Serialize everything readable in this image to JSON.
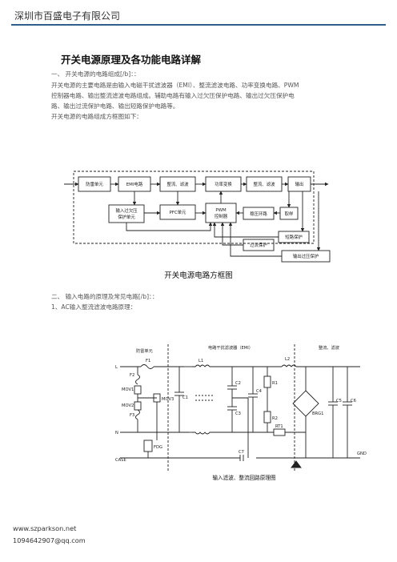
{
  "header": {
    "company": "深圳市百盛电子有限公司"
  },
  "doc": {
    "title": "开关电源原理及各功能电路详解",
    "section1_heading": "一、  开关电源的电路组成[/b]：：",
    "section1_lines": [
      "开关电源的主要电路是由输入电磁干扰滤波器（EMI）、整流滤波电路、功率变换电路、PWM",
      "控制器电路、输出整流滤波电路组成。辅助电路有输入过欠压保护电路、输出过欠压保护电",
      "路、输出过流保护电路、输出短路保护电路等。",
      "开关电源的电路组成方框图如下："
    ],
    "section2_heading": "二、  输入电路的原理及常见电路[/b]：：",
    "section2_sub": "1、AC输入整流滤波电路原理："
  },
  "block_diagram": {
    "caption": "开关电源电路方框图",
    "blocks": {
      "lightning": "防雷单元",
      "emi": "EMI电路",
      "rect1": "整流、滤波",
      "power": "功率变换",
      "rect2": "整流、滤波",
      "output": "输出",
      "ovuv_in": [
        "输入过欠压",
        "保护单元"
      ],
      "pfc": "PFC单元",
      "pwm": [
        "PWM",
        "控制器"
      ],
      "volt_fb": "稳压环路",
      "sample": "取样",
      "short": "短路保护",
      "overcur": "过流保护",
      "ovp_out": "输出过压保护"
    }
  },
  "circuit": {
    "caption": "输入滤波、整流回路原理图",
    "labels": {
      "lightning": "防雷单元",
      "emi": "电路干扰滤波器（EMI）",
      "rect": "整流、滤波",
      "L": "L",
      "N": "N",
      "case": "CASE",
      "gnd": "GND",
      "F1": "F1",
      "F2": "F2",
      "F3": "F3",
      "MOV1": "MOV1",
      "MOV2": "MOV2",
      "MOV3": "MOV3",
      "FDG": "FDG",
      "C1": "C1",
      "C2": "C2",
      "C3": "C3",
      "C4": "C4",
      "C5": "C5",
      "C6": "C6",
      "C7": "C7",
      "L1": "L1",
      "L2": "L2",
      "R1": "R1",
      "R2": "R2",
      "RT1": "RT1",
      "BRG1": "BRG1"
    }
  },
  "footer": {
    "url": "www.szparkson.net",
    "email": "1094642907@qq.com"
  }
}
